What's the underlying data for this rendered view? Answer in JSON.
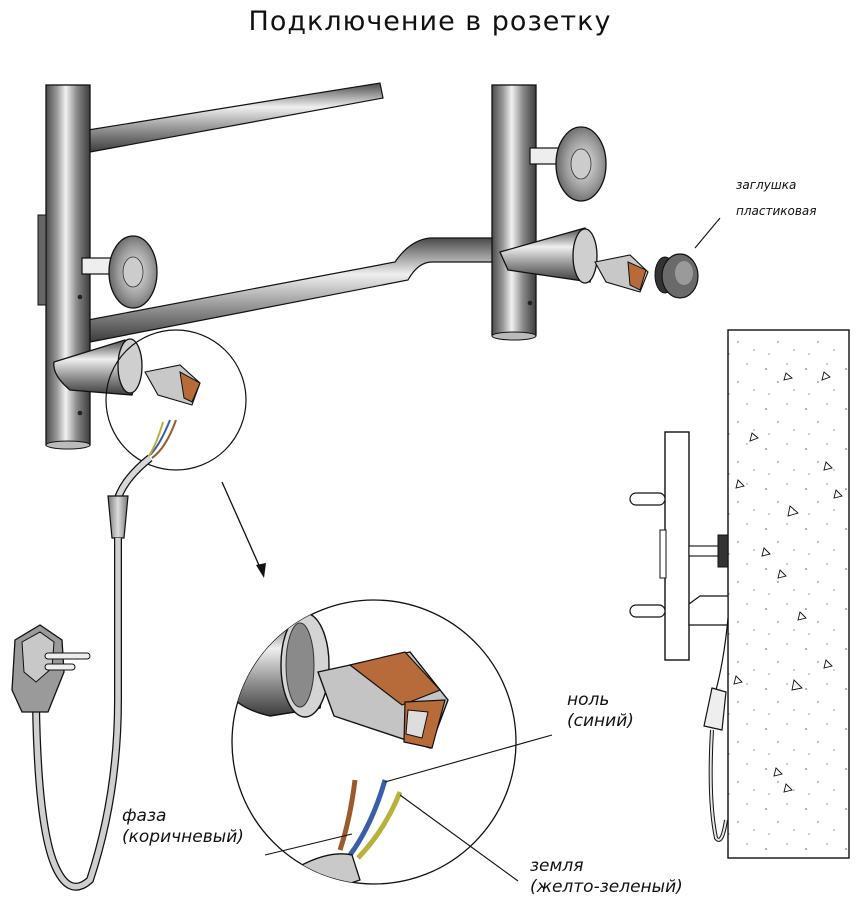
{
  "title": "Подключение в розетку",
  "labels": {
    "plug_cap": {
      "line1": "заглушка",
      "line2": "пластиковая"
    },
    "neutral": {
      "line1": "ноль",
      "line2": "(синий)"
    },
    "phase": {
      "line1": "фаза",
      "line2": "(коричневый)"
    },
    "ground": {
      "line1": "земля",
      "line2": "(желто-зеленый)"
    }
  },
  "colors": {
    "metal": "#a8a8a8",
    "metal_light": "#e6e6e6",
    "metal_dark": "#555555",
    "connector_orange": "#b86b3a",
    "wire_brown": "#9a5a2a",
    "wire_blue": "#3a5fa8",
    "wire_yellow_green": "#b8b23a",
    "line": "#111111"
  }
}
